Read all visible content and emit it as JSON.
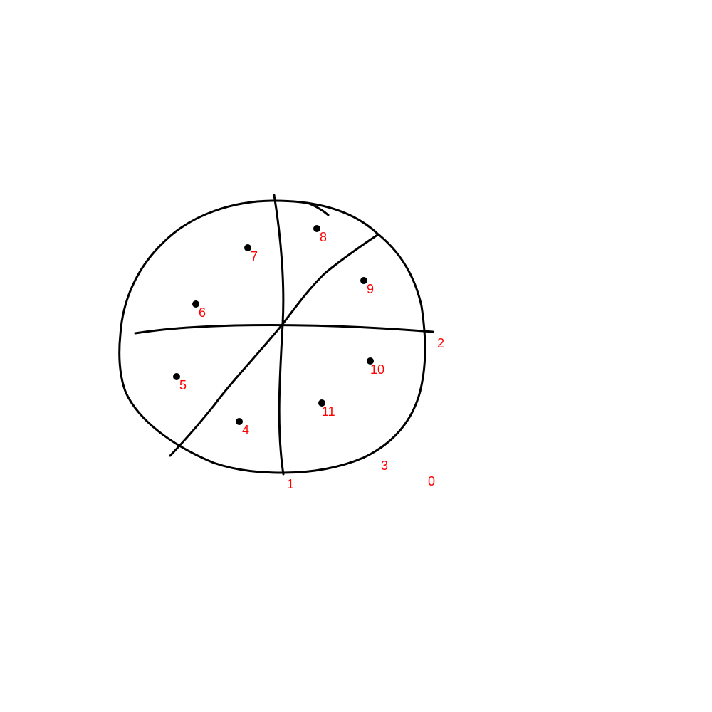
{
  "diagram": {
    "colors": {
      "ink": "#000000",
      "label": "#ff0000",
      "background": "#ffffff"
    },
    "labels": {
      "l0": "0",
      "l1": "1",
      "l2": "2",
      "l3": "3",
      "l4": "4",
      "l5": "5",
      "l6": "6",
      "l7": "7",
      "l8": "8",
      "l9": "9",
      "l10": "10",
      "l11": "11"
    }
  }
}
